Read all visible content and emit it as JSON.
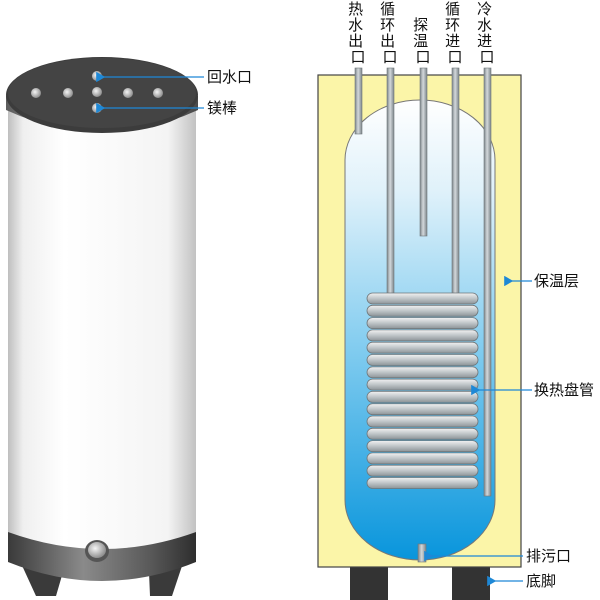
{
  "left_labels": {
    "return_port": "回水口",
    "magnesium_rod": "镁棒"
  },
  "top_labels": [
    [
      "热",
      "水",
      "出",
      "口"
    ],
    [
      "循",
      "环",
      "出",
      "口"
    ],
    [
      "探",
      "温",
      "口"
    ],
    [
      "循",
      "环",
      "进",
      "口"
    ],
    [
      "冷",
      "水",
      "进",
      "口"
    ]
  ],
  "right_labels": {
    "insulation": "保温层",
    "heat_exchange_coil": "换热盘管",
    "drain_port": "排污口",
    "base_feet": "底脚"
  },
  "colors": {
    "insulation": "#fbf5a8",
    "tank_top": "#e4f4fb",
    "tank_bottom": "#0b9be0",
    "pipe": "#9aa3a8",
    "arrow": "#1e88d6",
    "cylinder_top": "#3c3c3c",
    "feet": "#333333"
  }
}
